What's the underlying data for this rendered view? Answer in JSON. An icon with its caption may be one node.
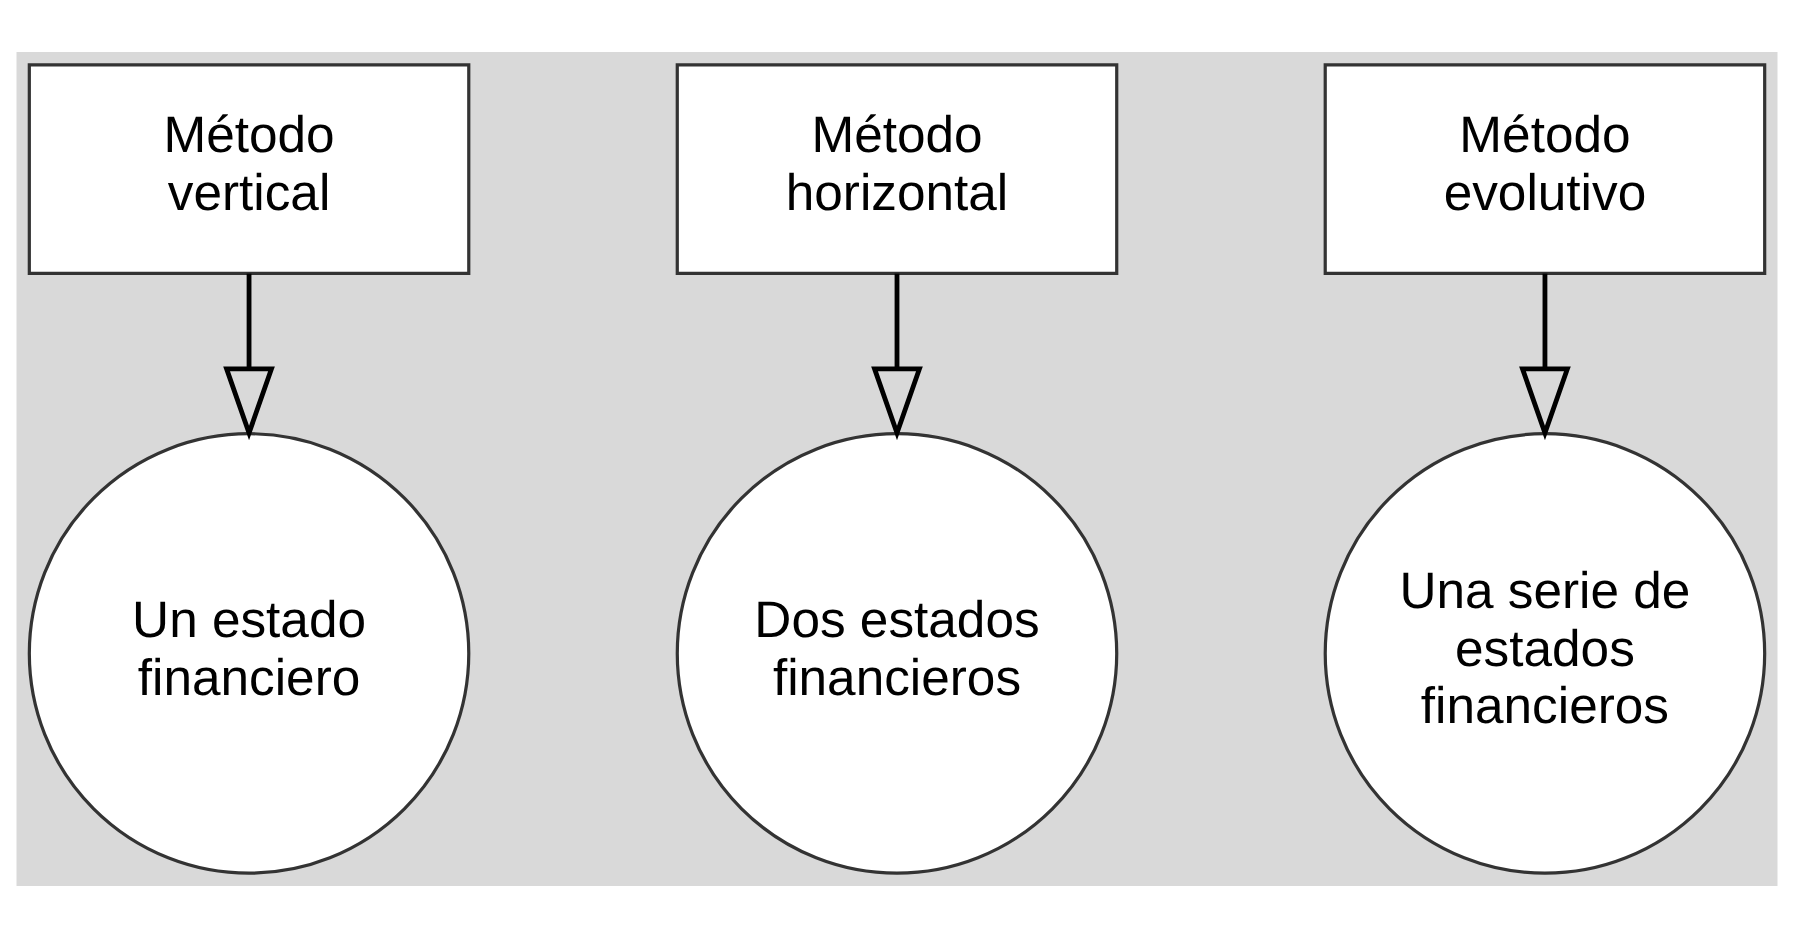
{
  "diagram": {
    "nodes": [
      {
        "text": [
          "Método vertical"
        ]
      },
      {
        "text": [
          "Método horizontal"
        ]
      },
      {
        "text": [
          "Método evolutivo"
        ]
      },
      {
        "text": [
          "Un estado financiero"
        ]
      },
      {
        "text": [
          "Dos estados financieros"
        ]
      },
      {
        "text": [
          "Una serie de estados financieros"
        ]
      }
    ],
    "edges": [
      {
        "from": 0,
        "to": 3,
        "arrow": "to"
      },
      {
        "from": 1,
        "to": 4,
        "arrow": "to"
      },
      {
        "from": 2,
        "to": 5,
        "arrow": "to"
      }
    ]
  }
}
